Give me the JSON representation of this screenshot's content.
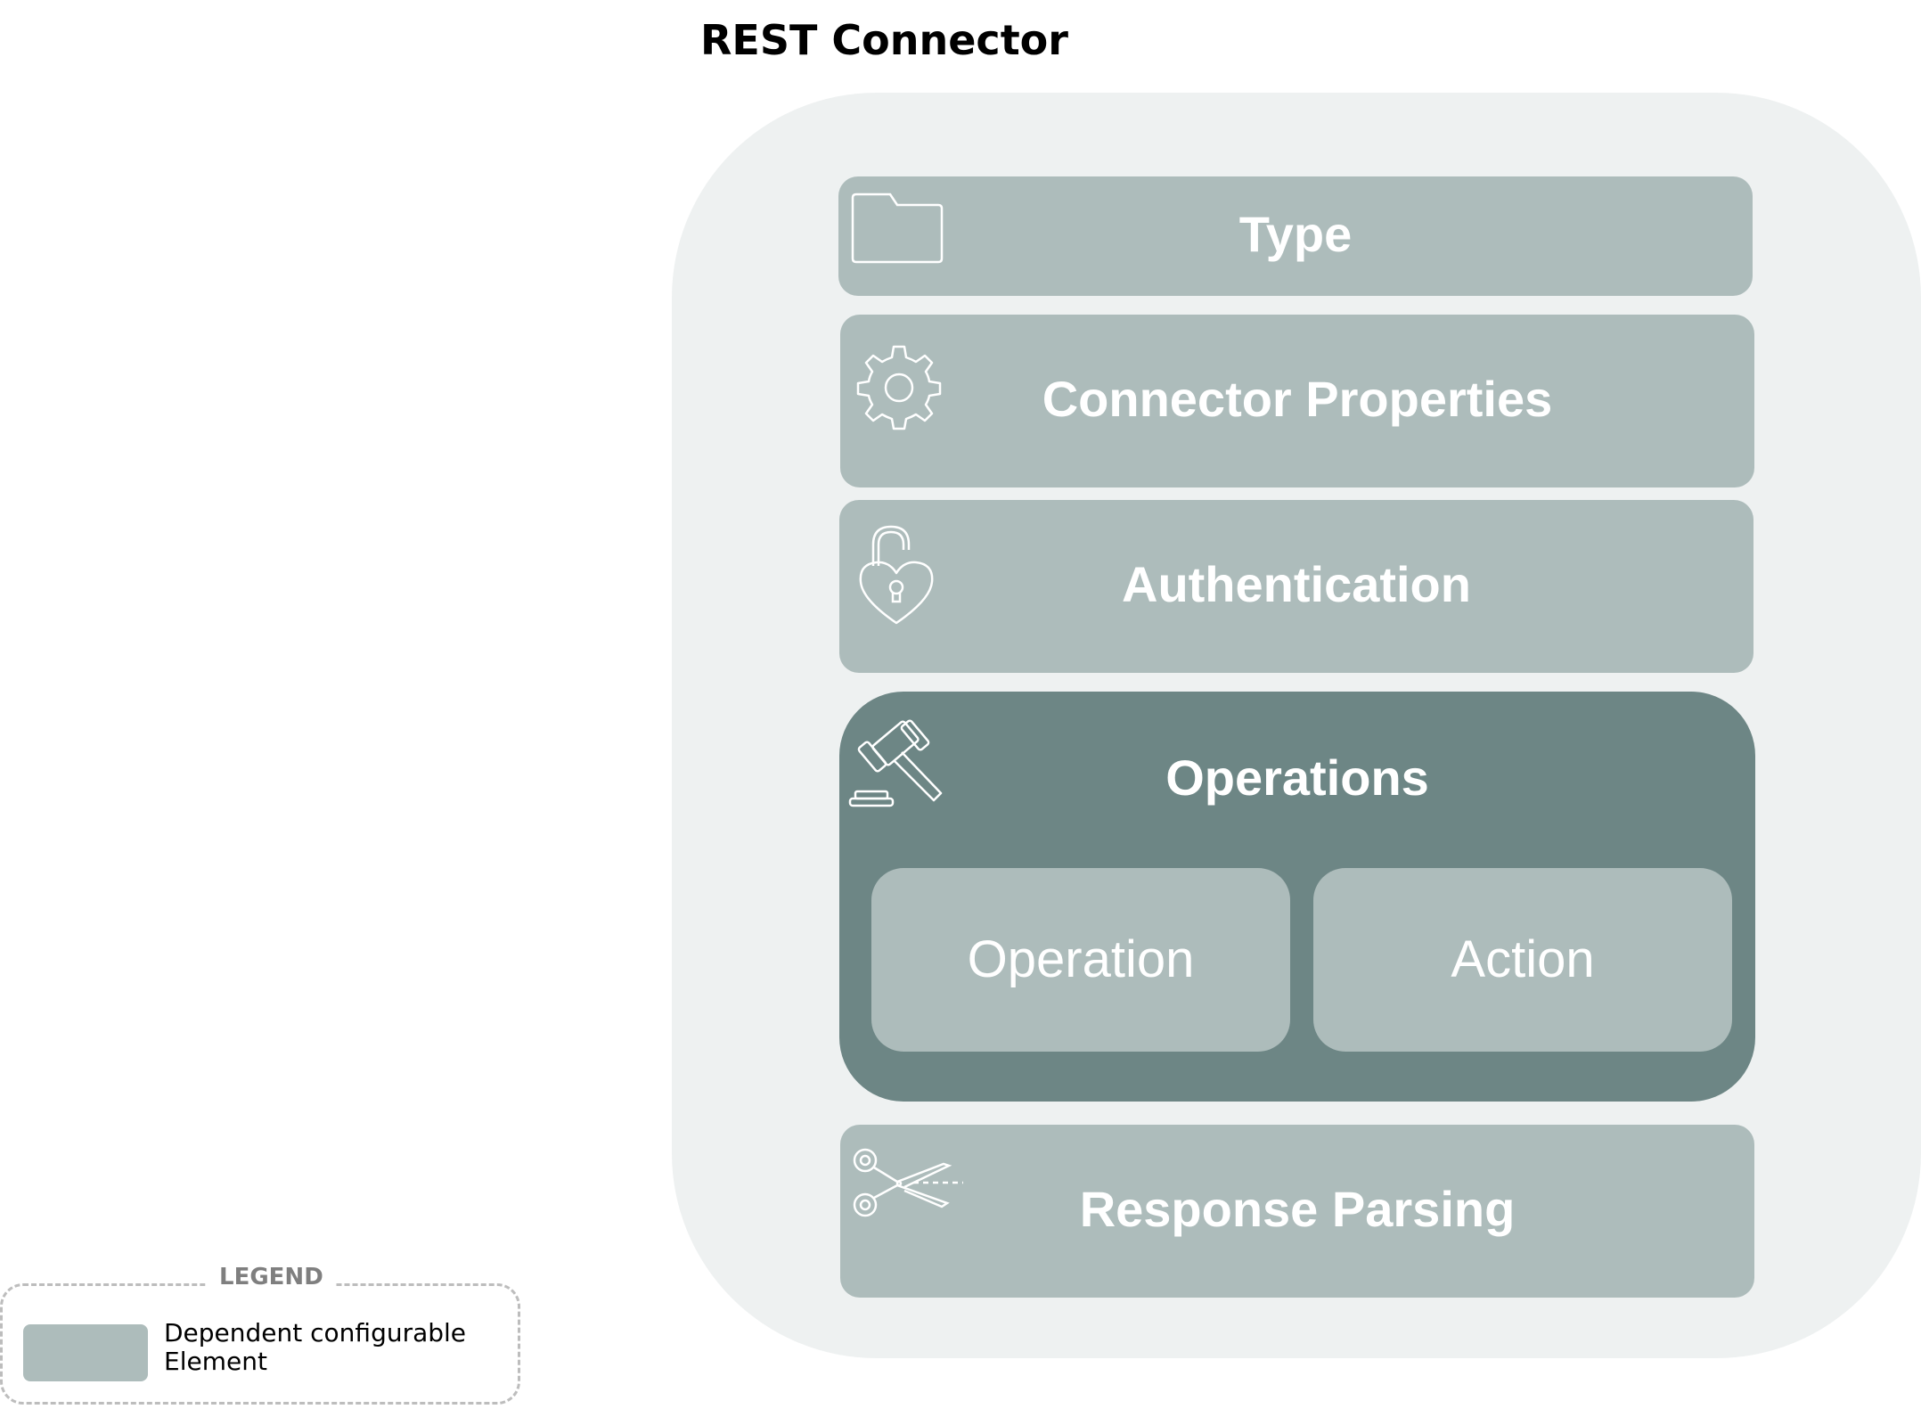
{
  "diagram": {
    "title": "REST Connector",
    "blocks": {
      "type": {
        "label": "Type",
        "icon": "folder-icon"
      },
      "connector_properties": {
        "label": "Connector Properties",
        "icon": "gear-icon"
      },
      "authentication": {
        "label": "Authentication",
        "icon": "heart-padlock-icon"
      },
      "operations": {
        "label": "Operations",
        "icon": "gavel-icon",
        "children": [
          {
            "label": "Operation"
          },
          {
            "label": "Action"
          }
        ]
      },
      "response_parsing": {
        "label": "Response Parsing",
        "icon": "scissors-icon"
      }
    }
  },
  "legend": {
    "title": "LEGEND",
    "entry_text": "Dependent configurable Element"
  },
  "colors": {
    "outer_background": "#eef1f1",
    "element_fill": "#adbcbb",
    "operations_fill": "#6d8685",
    "text_on_element": "#ffffff"
  }
}
